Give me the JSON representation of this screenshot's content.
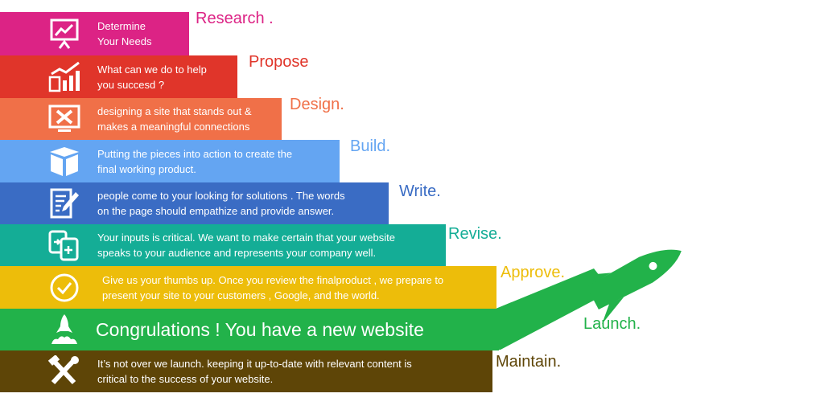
{
  "steps": [
    {
      "title": "Research .",
      "desc_lines": [
        "Determine",
        "Your Needs"
      ],
      "icon": "presentation-chart-icon",
      "color": "#dc2385"
    },
    {
      "title": "Propose",
      "desc_lines": [
        "What can we do to help",
        "you succesd ?"
      ],
      "icon": "growth-chart-icon",
      "color": "#e0352a"
    },
    {
      "title": "Design.",
      "desc_lines": [
        "designing a site that stands out &",
        "makes a meaningful connections"
      ],
      "icon": "monitor-design-icon",
      "color": "#f07048"
    },
    {
      "title": "Build.",
      "desc_lines": [
        "Putting the pieces into action to create the",
        "final working product."
      ],
      "icon": "box-icon",
      "color": "#64a5f2"
    },
    {
      "title": "Write.",
      "desc_lines": [
        "people come to your looking for solutions . The words",
        "on the page should empathize and provide answer."
      ],
      "icon": "document-pencil-icon",
      "color": "#3a6cc4"
    },
    {
      "title": "Revise.",
      "desc_lines": [
        "Your inputs is critical. We want to make certain that your website",
        "speaks to your audience and represents your company well."
      ],
      "icon": "documents-revise-icon",
      "color": "#14ad96"
    },
    {
      "title": "Approve.",
      "desc_lines": [
        "Give us your thumbs up. Once you review the finalproduct , we prepare to",
        "present your site to your customers , Google, and the world."
      ],
      "icon": "check-circle-icon",
      "color": "#edbd0a"
    },
    {
      "title": "Launch.",
      "desc_lines": [
        "Congrulations ! You have a new website"
      ],
      "icon": "rocket-icon",
      "color": "#22b24a"
    },
    {
      "title": "Maintain.",
      "desc_lines": [
        "It’s not over we launch. keeping it up-to-date with  relevant content is",
        "critical to the success of your website."
      ],
      "icon": "tools-icon",
      "color": "#5e4507"
    }
  ]
}
